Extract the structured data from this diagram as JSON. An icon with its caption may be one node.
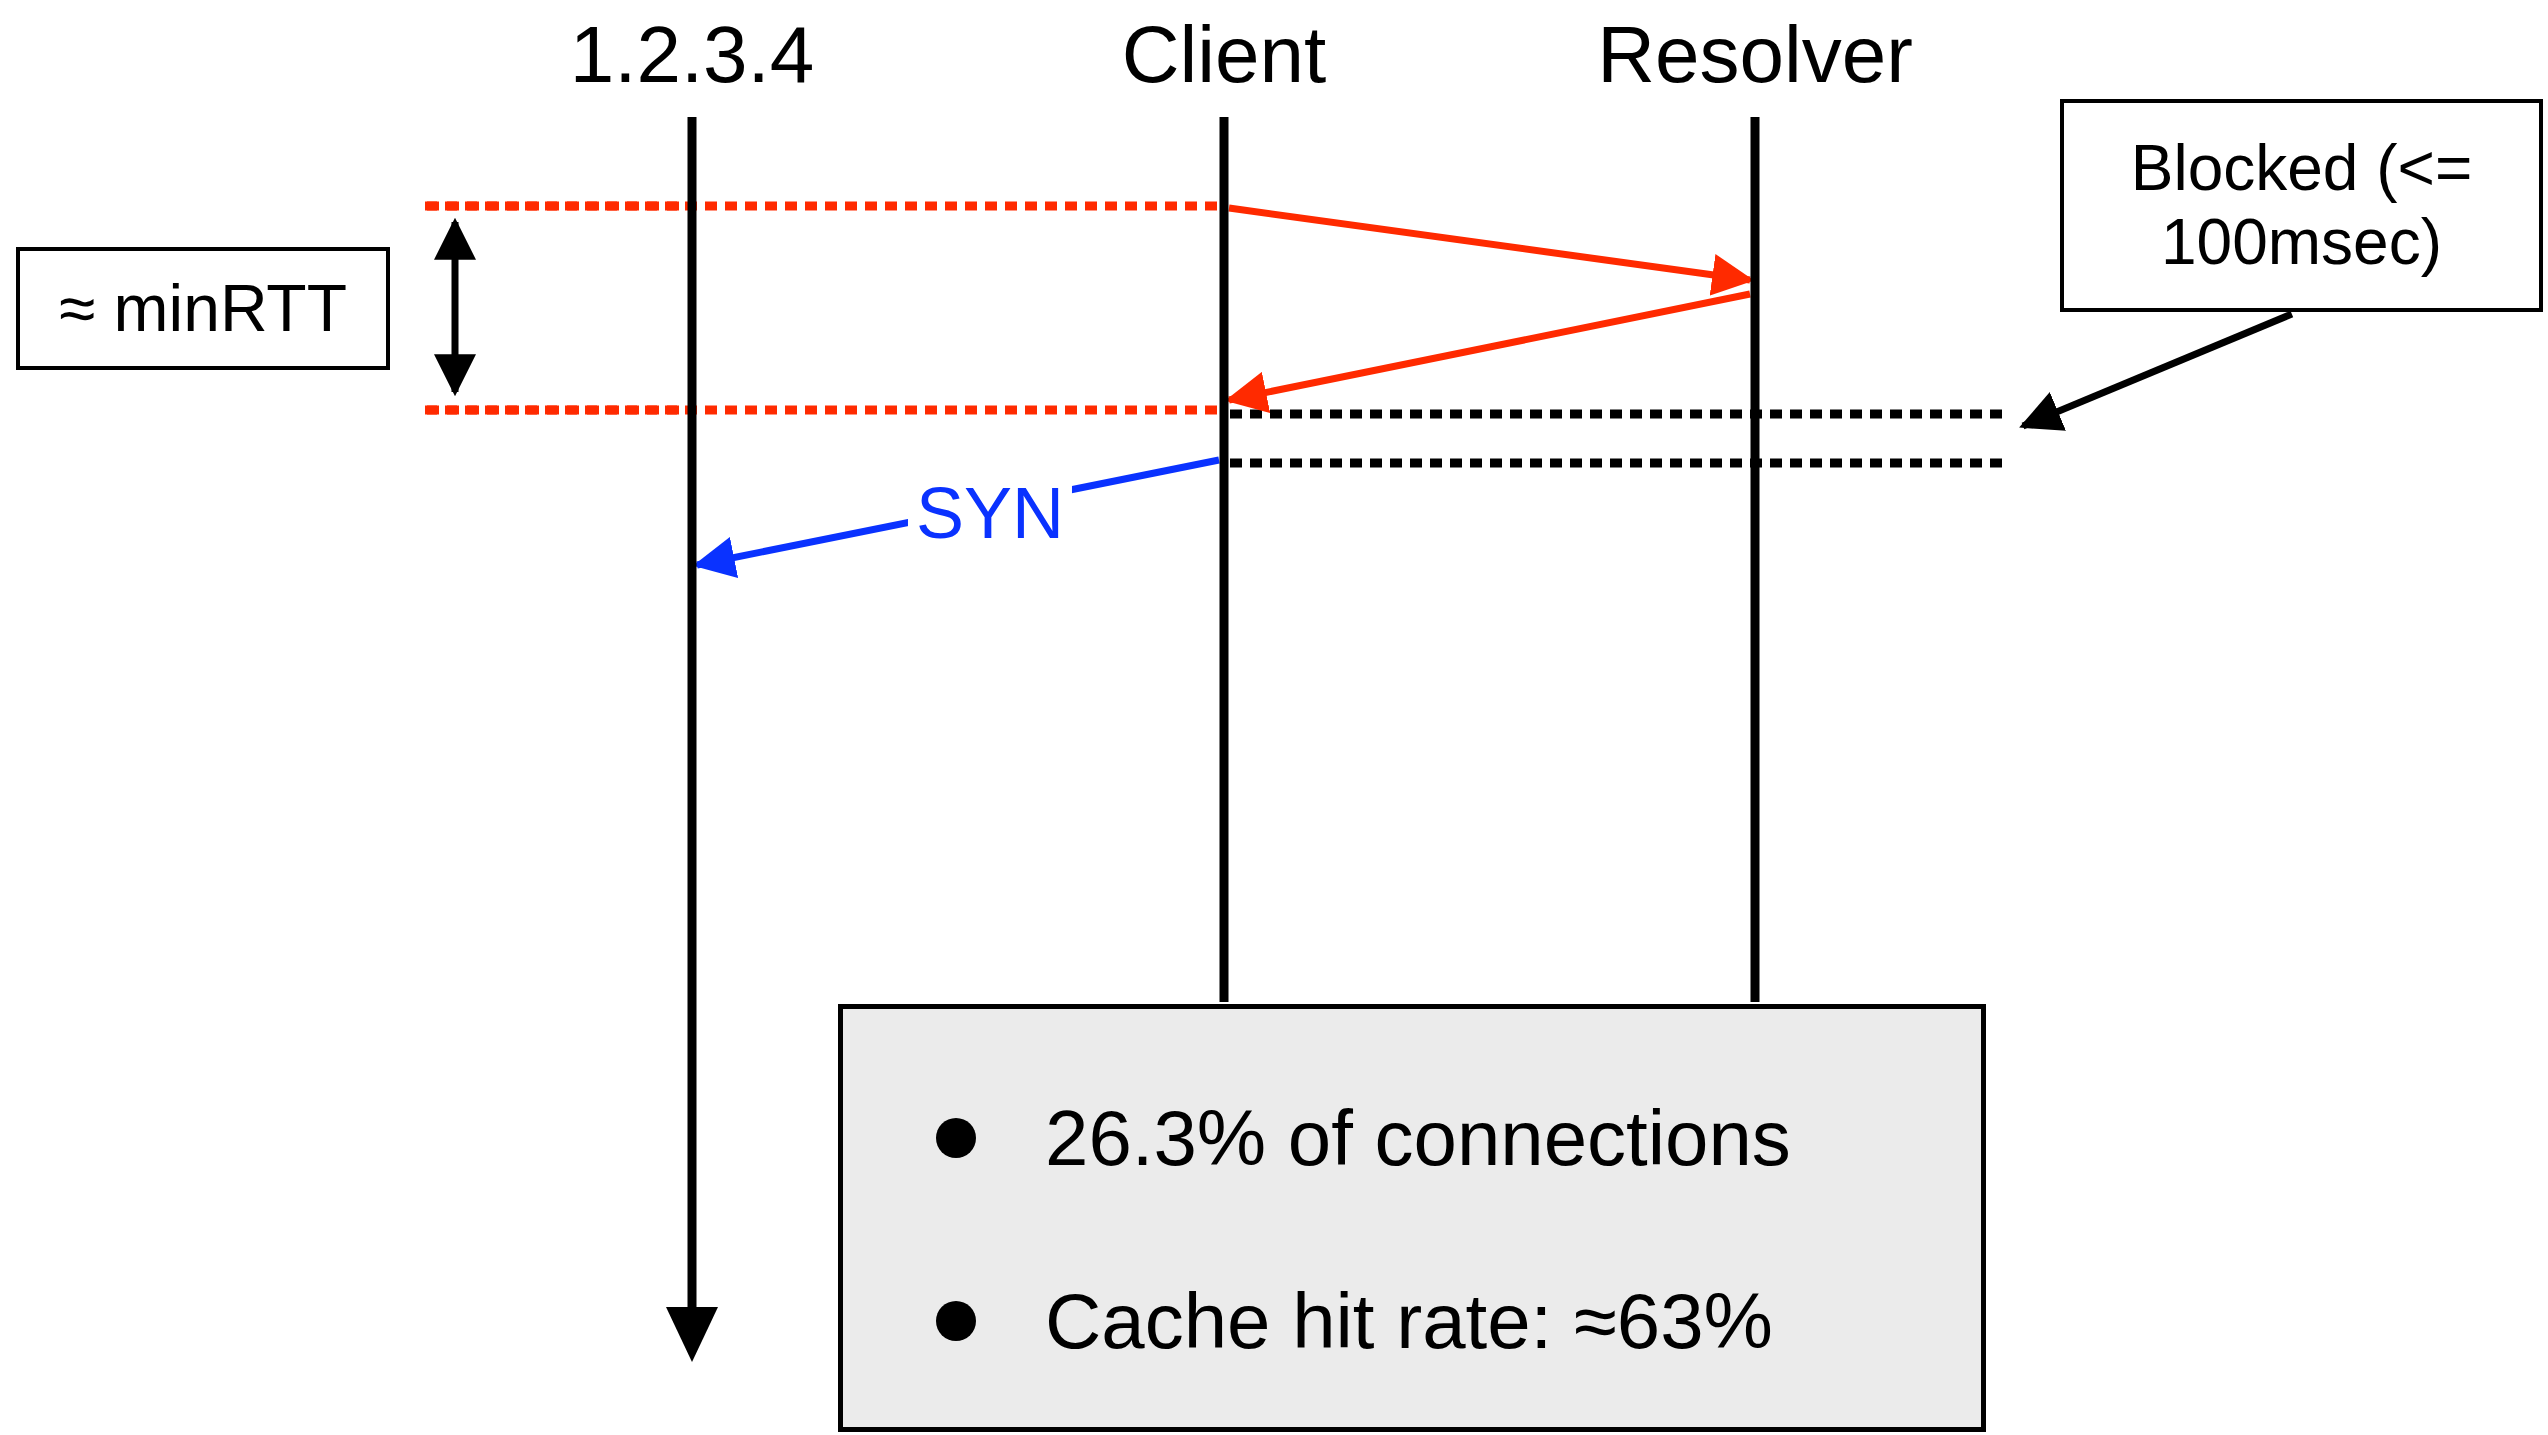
{
  "diagram": {
    "nodes": [
      {
        "text": [
          "1.2.3.4"
        ]
      },
      {
        "text": [
          "Client"
        ]
      },
      {
        "text": [
          "Resolver"
        ]
      },
      {
        "text": [
          "≈ minRTT"
        ]
      },
      {
        "text": [
          "Blocked (<= 100msec)"
        ]
      },
      {
        "text": [
          "26.3% of connections",
          "Cache hit rate: ≈63%"
        ]
      }
    ],
    "edges": [
      {
        "from": 1,
        "to": 2,
        "arrow": "to",
        "color": "#ff2a00"
      },
      {
        "from": 2,
        "to": 1,
        "arrow": "to",
        "color": "#ff2a00"
      },
      {
        "from": 1,
        "to": 0,
        "arrow": "to",
        "label": "SYN",
        "color": "#0a32ff"
      },
      {
        "from": 4,
        "to": null,
        "arrow": "to",
        "color": "#000000"
      }
    ]
  }
}
